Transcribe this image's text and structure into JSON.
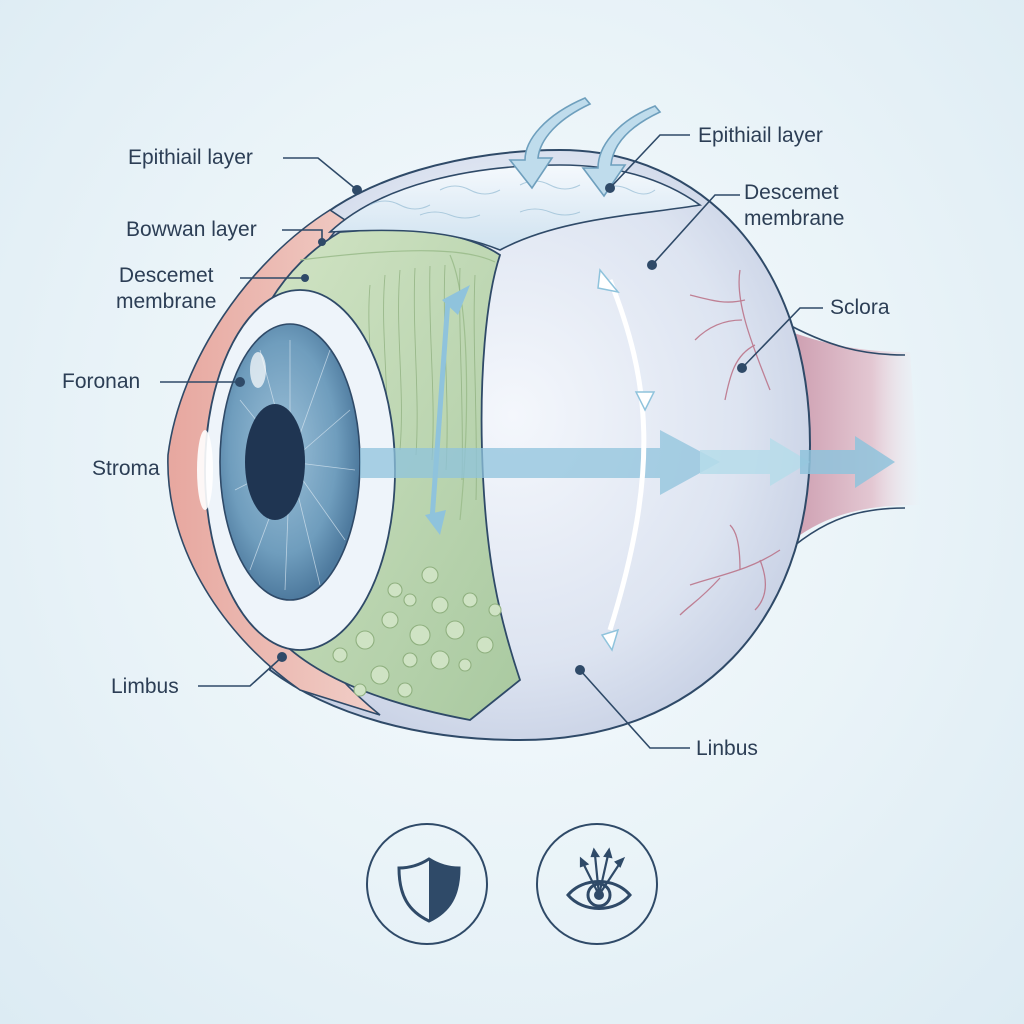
{
  "labels": {
    "epithelial_left": "Epithiail layer",
    "bowman": "Bowwan layer",
    "descemet_left": "Descemet\nmembrane",
    "foronan": "Foronan",
    "stroma": "Stroma",
    "limbus_left": "Limbus",
    "epithelial_right": "Epithiail layer",
    "descemet_right": "Descemet\nmembrane",
    "sclera": "Sclora",
    "limbus_right": "Linbus"
  },
  "icons": {
    "shield": "shield-icon",
    "eye_light": "eye-light-rays-icon"
  },
  "colors": {
    "label_text": "#2c3e55",
    "leader_line": "#2f4a68",
    "sclera": "#d9e1ef",
    "cornea": "#b9d3a8",
    "iris": "#6f9dbd",
    "pupil": "#1f3552",
    "optic_nerve": "#c9a0b0",
    "arrow": "#8fc3dc"
  }
}
